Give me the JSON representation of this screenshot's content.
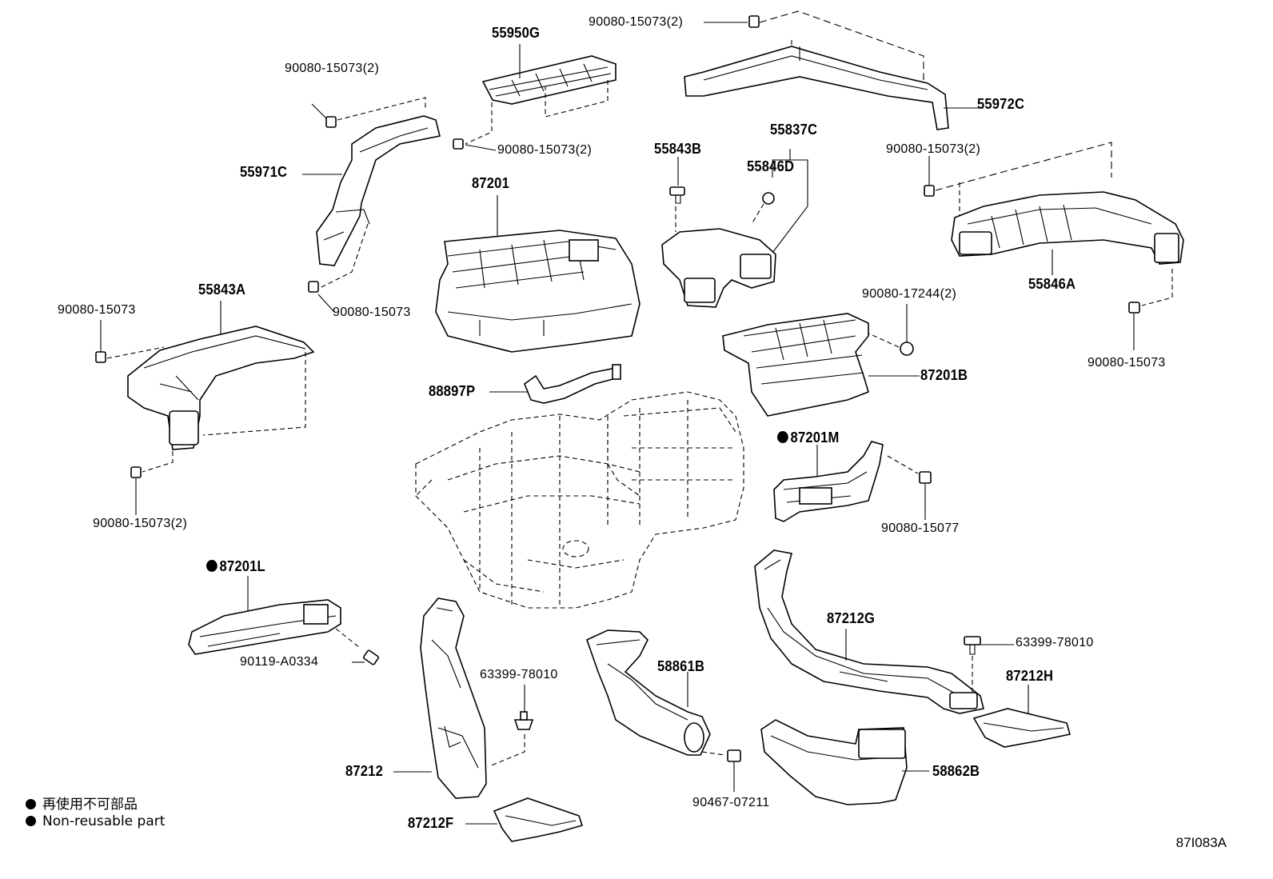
{
  "diagram": {
    "parts": {
      "p55950G": "55950G",
      "p90080_15073_2_top": "90080-15073(2)",
      "p90080_15073_2_a": "90080-15073(2)",
      "p55972C": "55972C",
      "p55971C": "55971C",
      "p90080_15073_2_b": "90080-15073(2)",
      "p55837C": "55837C",
      "p55843B": "55843B",
      "p55846D": "55846D",
      "p90080_15073_2_c": "90080-15073(2)",
      "p87201": "87201",
      "p90080_15073_a": "90080-15073",
      "p55843A": "55843A",
      "p90080_15073_b": "90080-15073",
      "p55846A": "55846A",
      "p90080_17244_2": "90080-17244(2)",
      "p90080_15073_c": "90080-15073",
      "p87201B": "87201B",
      "p88897P": "88897P",
      "p87201M": "87201M",
      "p90080_15077": "90080-15077",
      "p90080_15073_2_d": "90080-15073(2)",
      "p87201L": "87201L",
      "p90119_A0334": "90119-A0334",
      "p87212G": "87212G",
      "p63399_78010_a": "63399-78010",
      "p63399_78010_b": "63399-78010",
      "p58861B": "58861B",
      "p87212H": "87212H",
      "p87212": "87212",
      "p58862B": "58862B",
      "p90467_07211": "90467-07211",
      "p87212F": "87212F"
    },
    "legend": {
      "ja": "再使用不可部品",
      "en": "Non-reusable part"
    },
    "drawing_code": "87I083A"
  }
}
